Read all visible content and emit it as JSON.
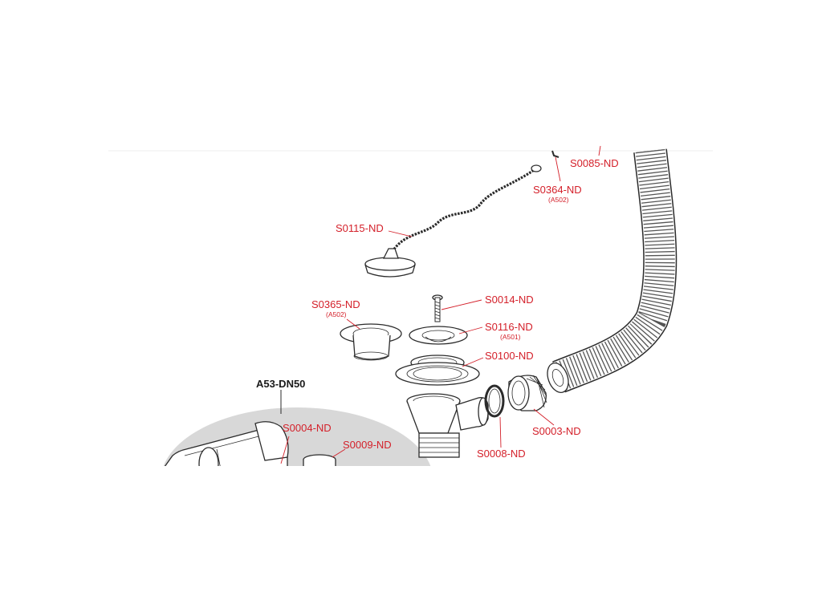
{
  "diagram": {
    "assembly_label": "A53-DN50",
    "parts": [
      {
        "id": "S0085-ND",
        "sub": ""
      },
      {
        "id": "S0364-ND",
        "sub": "(A502)"
      },
      {
        "id": "S0115-ND",
        "sub": ""
      },
      {
        "id": "S0365-ND",
        "sub": "(A502)"
      },
      {
        "id": "S0014-ND",
        "sub": ""
      },
      {
        "id": "S0116-ND",
        "sub": "(A501)"
      },
      {
        "id": "S0100-ND",
        "sub": ""
      },
      {
        "id": "S0003-ND",
        "sub": ""
      },
      {
        "id": "S0008-ND",
        "sub": ""
      },
      {
        "id": "S0004-ND",
        "sub": ""
      },
      {
        "id": "S0009-ND",
        "sub": ""
      }
    ],
    "colors": {
      "label": "#d4202a",
      "outline": "#2b2b2b",
      "highlight": "#d8d8d8"
    }
  }
}
